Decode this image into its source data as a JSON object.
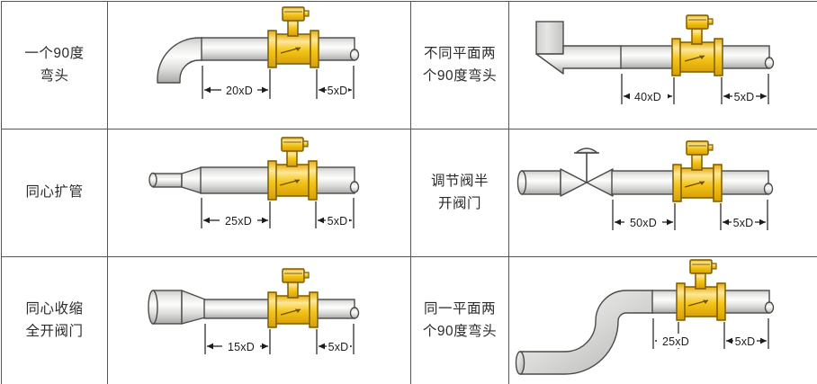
{
  "diagram": {
    "title_domain": "flow-meter-installation-straight-pipe-requirements",
    "colors": {
      "border": "#58544f",
      "pipe_outline": "#4a4a48",
      "pipe_light": "#fbfbfb",
      "pipe_mid": "#d4d4d2",
      "pipe_dark": "#a6a6a4",
      "meter_body": "#f5c518",
      "meter_outline": "#7a5c00",
      "meter_light": "#fde79a",
      "text": "#2b2b2b"
    },
    "rows": [
      {
        "id": "row-1",
        "left": {
          "label_lines": [
            "一个90度",
            "弯头"
          ],
          "fitting": "single-90-elbow",
          "upstream": "20xD",
          "downstream": "5xD"
        },
        "right": {
          "label_lines": [
            "不同平面两",
            "个90度弯头"
          ],
          "fitting": "two-90-elbows-different-planes",
          "upstream": "40xD",
          "downstream": "5xD"
        }
      },
      {
        "id": "row-2",
        "left": {
          "label_lines": [
            "同心扩管"
          ],
          "fitting": "concentric-expander",
          "upstream": "25xD",
          "downstream": "5xD"
        },
        "right": {
          "label_lines": [
            "调节阀半",
            "开阀门"
          ],
          "fitting": "control-valve-half-open",
          "upstream": "50xD",
          "downstream": "5xD"
        }
      },
      {
        "id": "row-3",
        "left": {
          "label_lines": [
            "同心收缩",
            "全开阀门"
          ],
          "fitting": "concentric-reducer-full-open-valve",
          "upstream": "15xD",
          "downstream": "5xD"
        },
        "right": {
          "label_lines": [
            "同一平面两",
            "个90度弯头"
          ],
          "fitting": "two-90-elbows-same-plane",
          "upstream": "25xD",
          "downstream": "5xD"
        }
      }
    ],
    "icons": {
      "flow_meter": "flow-meter-icon",
      "valve": "valve-icon",
      "elbow": "elbow-icon"
    }
  }
}
